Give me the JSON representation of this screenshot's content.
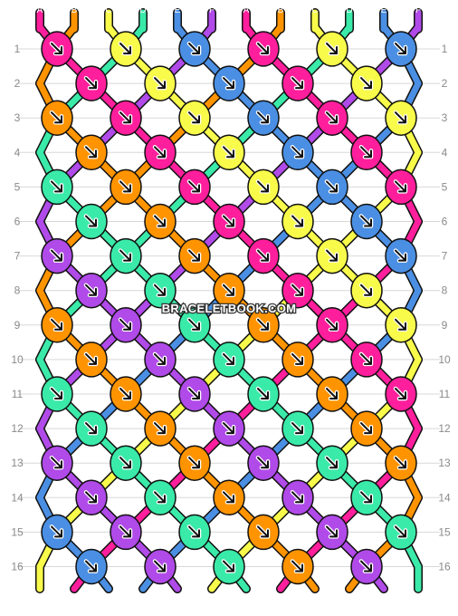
{
  "colors": {
    "A": "#ff1f9c",
    "B": "#ff9400",
    "C": "#f8fb4a",
    "D": "#3aeaa9",
    "E": "#4a8fe3",
    "F": "#b04ae8"
  },
  "strands": [
    "A",
    "B",
    "C",
    "D",
    "E",
    "F",
    "A",
    "B",
    "C",
    "D",
    "E",
    "F"
  ],
  "row_numbers": [
    "1",
    "2",
    "3",
    "4",
    "5",
    "6",
    "7",
    "8",
    "9",
    "10",
    "11",
    "12",
    "13",
    "14",
    "15",
    "16"
  ],
  "watermark": "BRACELETBOOK.COM",
  "knot_glyph": "forward-knot-arrow-icon"
}
